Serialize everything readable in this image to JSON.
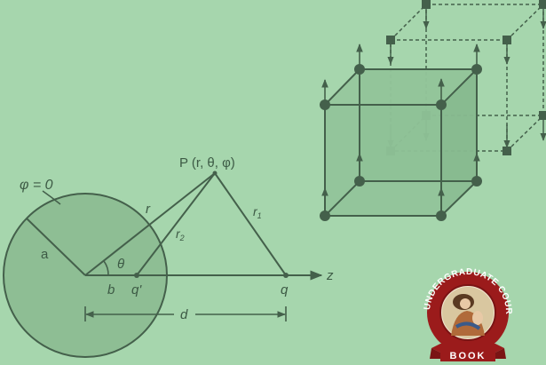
{
  "image_charge_diagram": {
    "potential_label": "φ = 0",
    "point_label": "P (r, θ, φ)",
    "radius_label": "a",
    "r_label": "r",
    "r1_label": "r",
    "r1_sub": "1",
    "r2_label": "r",
    "r2_sub": "2",
    "theta_label": "θ",
    "b_label": "b",
    "image_charge_label": "q'",
    "charge_label": "q",
    "d_label": "d",
    "axis_label": "z"
  },
  "badge": {
    "top_text": "UNDERGRADUATE",
    "right_text": "COURSE",
    "banner_text": "BOOK"
  },
  "colors": {
    "background": "#a6d6ad",
    "ink": "#44604b",
    "sphere_fill": "#8ebe94",
    "cube_fill": "#8fc096",
    "badge_red": "#9b1b1b"
  }
}
